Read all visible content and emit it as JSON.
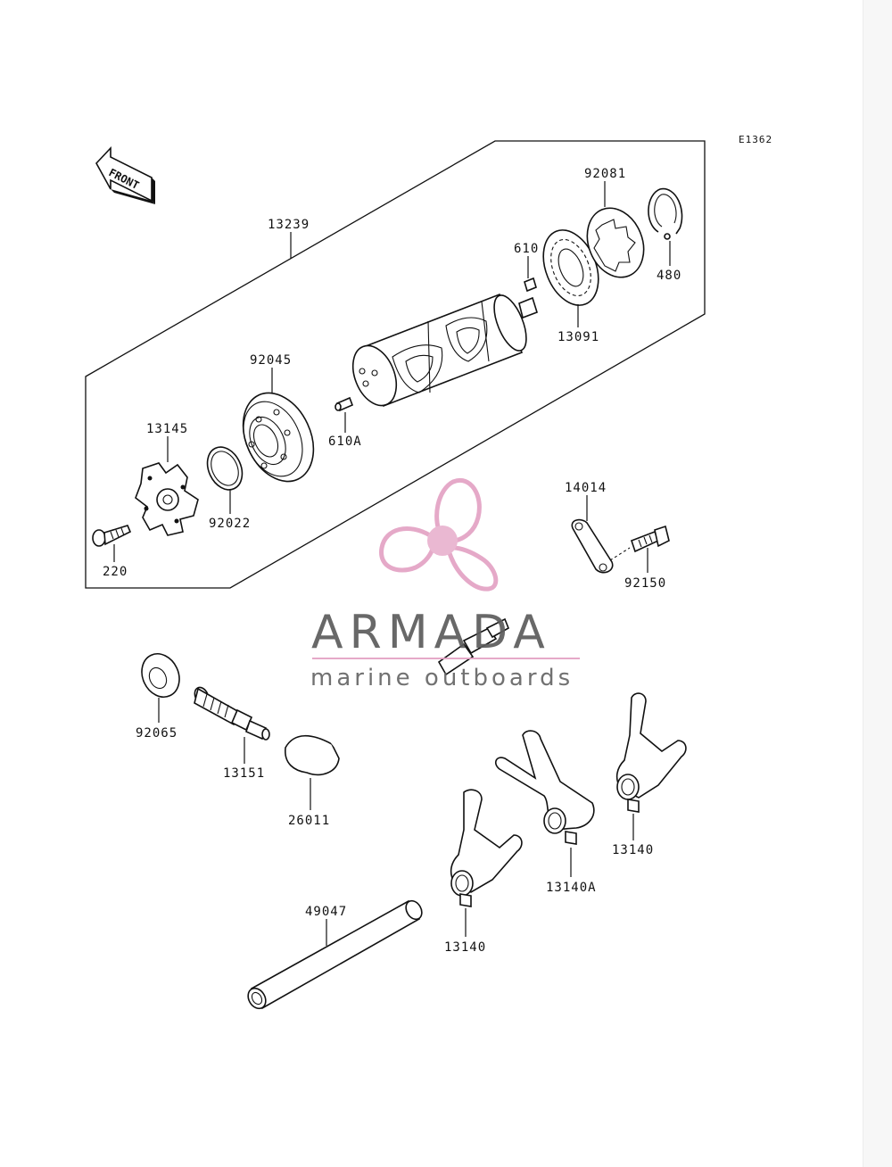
{
  "diagram": {
    "code": "E1362",
    "front_label": "FRONT",
    "parts": [
      {
        "id": "p13239",
        "number": "13239"
      },
      {
        "id": "p92081",
        "number": "92081"
      },
      {
        "id": "p610",
        "number": "610"
      },
      {
        "id": "p480",
        "number": "480"
      },
      {
        "id": "p13091",
        "number": "13091"
      },
      {
        "id": "p92045",
        "number": "92045"
      },
      {
        "id": "p610A",
        "number": "610A"
      },
      {
        "id": "p13145",
        "number": "13145"
      },
      {
        "id": "p92022",
        "number": "92022"
      },
      {
        "id": "p220",
        "number": "220"
      },
      {
        "id": "p14014",
        "number": "14014"
      },
      {
        "id": "p92150",
        "number": "92150"
      },
      {
        "id": "p92065",
        "number": "92065"
      },
      {
        "id": "p13151",
        "number": "13151"
      },
      {
        "id": "p26011",
        "number": "26011"
      },
      {
        "id": "p49047",
        "number": "49047"
      },
      {
        "id": "p13140a",
        "number": "13140"
      },
      {
        "id": "p13140A",
        "number": "13140A"
      },
      {
        "id": "p13140b",
        "number": "13140"
      }
    ]
  },
  "watermark": {
    "brand": "ARMADA",
    "tagline": "marine outboards",
    "logo_icon": "propeller-icon",
    "colors": {
      "logo": "#e3a2c4",
      "logo_hub": "#e9b3cf",
      "brand_text": "#5c5c5c",
      "underline": "#e3a2c4"
    }
  }
}
